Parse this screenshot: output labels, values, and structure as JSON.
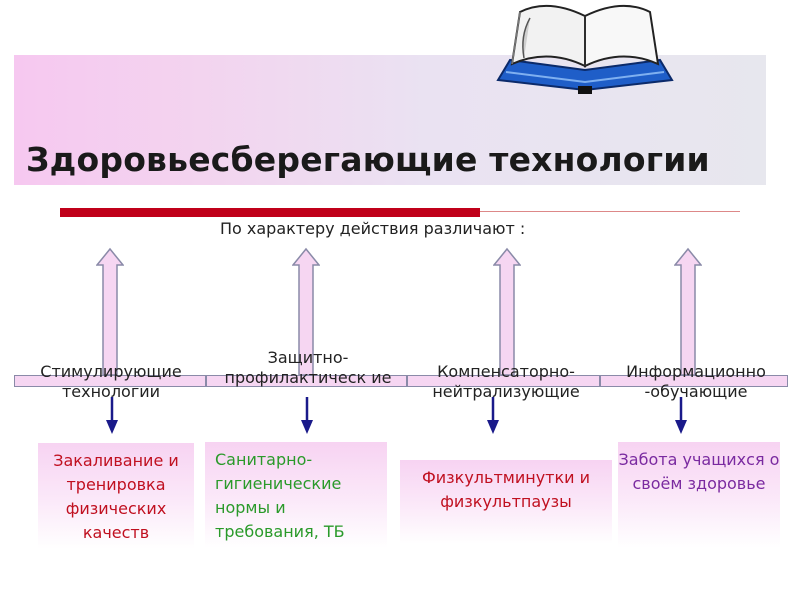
{
  "title": "Здоровьесберегающие технологии",
  "subtitle": "По характеру действия различают :",
  "categories": [
    {
      "label": "Стимулирующие технологии"
    },
    {
      "label": "Защитно-профилактическ ие"
    },
    {
      "label": "Компенсаторно-нейтрализующие"
    },
    {
      "label": "Информационно -обучающие"
    }
  ],
  "boxes": [
    {
      "text": "Закаливание и тренировка физических качеств",
      "color": "#c01020"
    },
    {
      "text": "Санитарно-гигиенические нормы и требования, ТБ",
      "color": "#2a9a2a"
    },
    {
      "text": "Физкультминутки и физкультпаузы",
      "color": "#c01020"
    },
    {
      "text": "Забота учащихся о своём здоровье",
      "color": "#7a2aa0"
    }
  ],
  "colors": {
    "accent_red": "#c0001a",
    "band": "#f6c8f0",
    "arrow": "#1a1a8a"
  },
  "icons": {
    "header": "open-book-icon"
  }
}
